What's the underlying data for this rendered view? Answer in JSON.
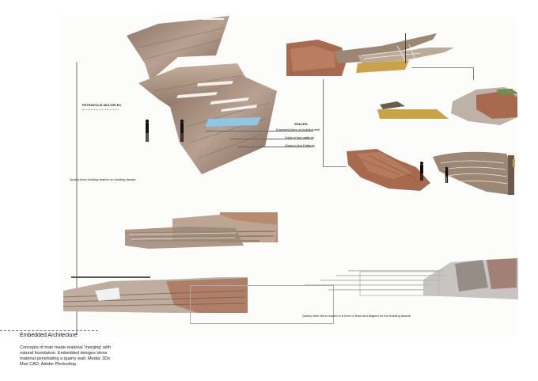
{
  "title": {
    "label": "PETRAPOLIS MULTIPLEX"
  },
  "spaces": {
    "heading": "SPACES:",
    "items": [
      "Engraved lines on building wall",
      "Voids in line patterns",
      "Glass in line Patterns"
    ]
  },
  "notes": {
    "quarry_lines": "Quarry lines building feature on building facade",
    "quarry_face": "Quarry face line is traced in a form of lines and aligned on the building facade"
  },
  "caption": {
    "title": "Embedded Architecture",
    "body": "Concepts of man made-material 'merging' with natural foundation. Embedded designs show material penetrating a quarry wall. Media: 3Ds Max CAD, Adobe Photoshop."
  },
  "colors": {
    "stone_dark": "#6e5a4c",
    "stone_mid": "#9c8674",
    "stone_light": "#c9b9a8",
    "rock_red": "#a86a4e",
    "sky_blue": "#8fc6e6",
    "gold": "#c9a24a",
    "caption_rule": "#9b4ea0"
  }
}
